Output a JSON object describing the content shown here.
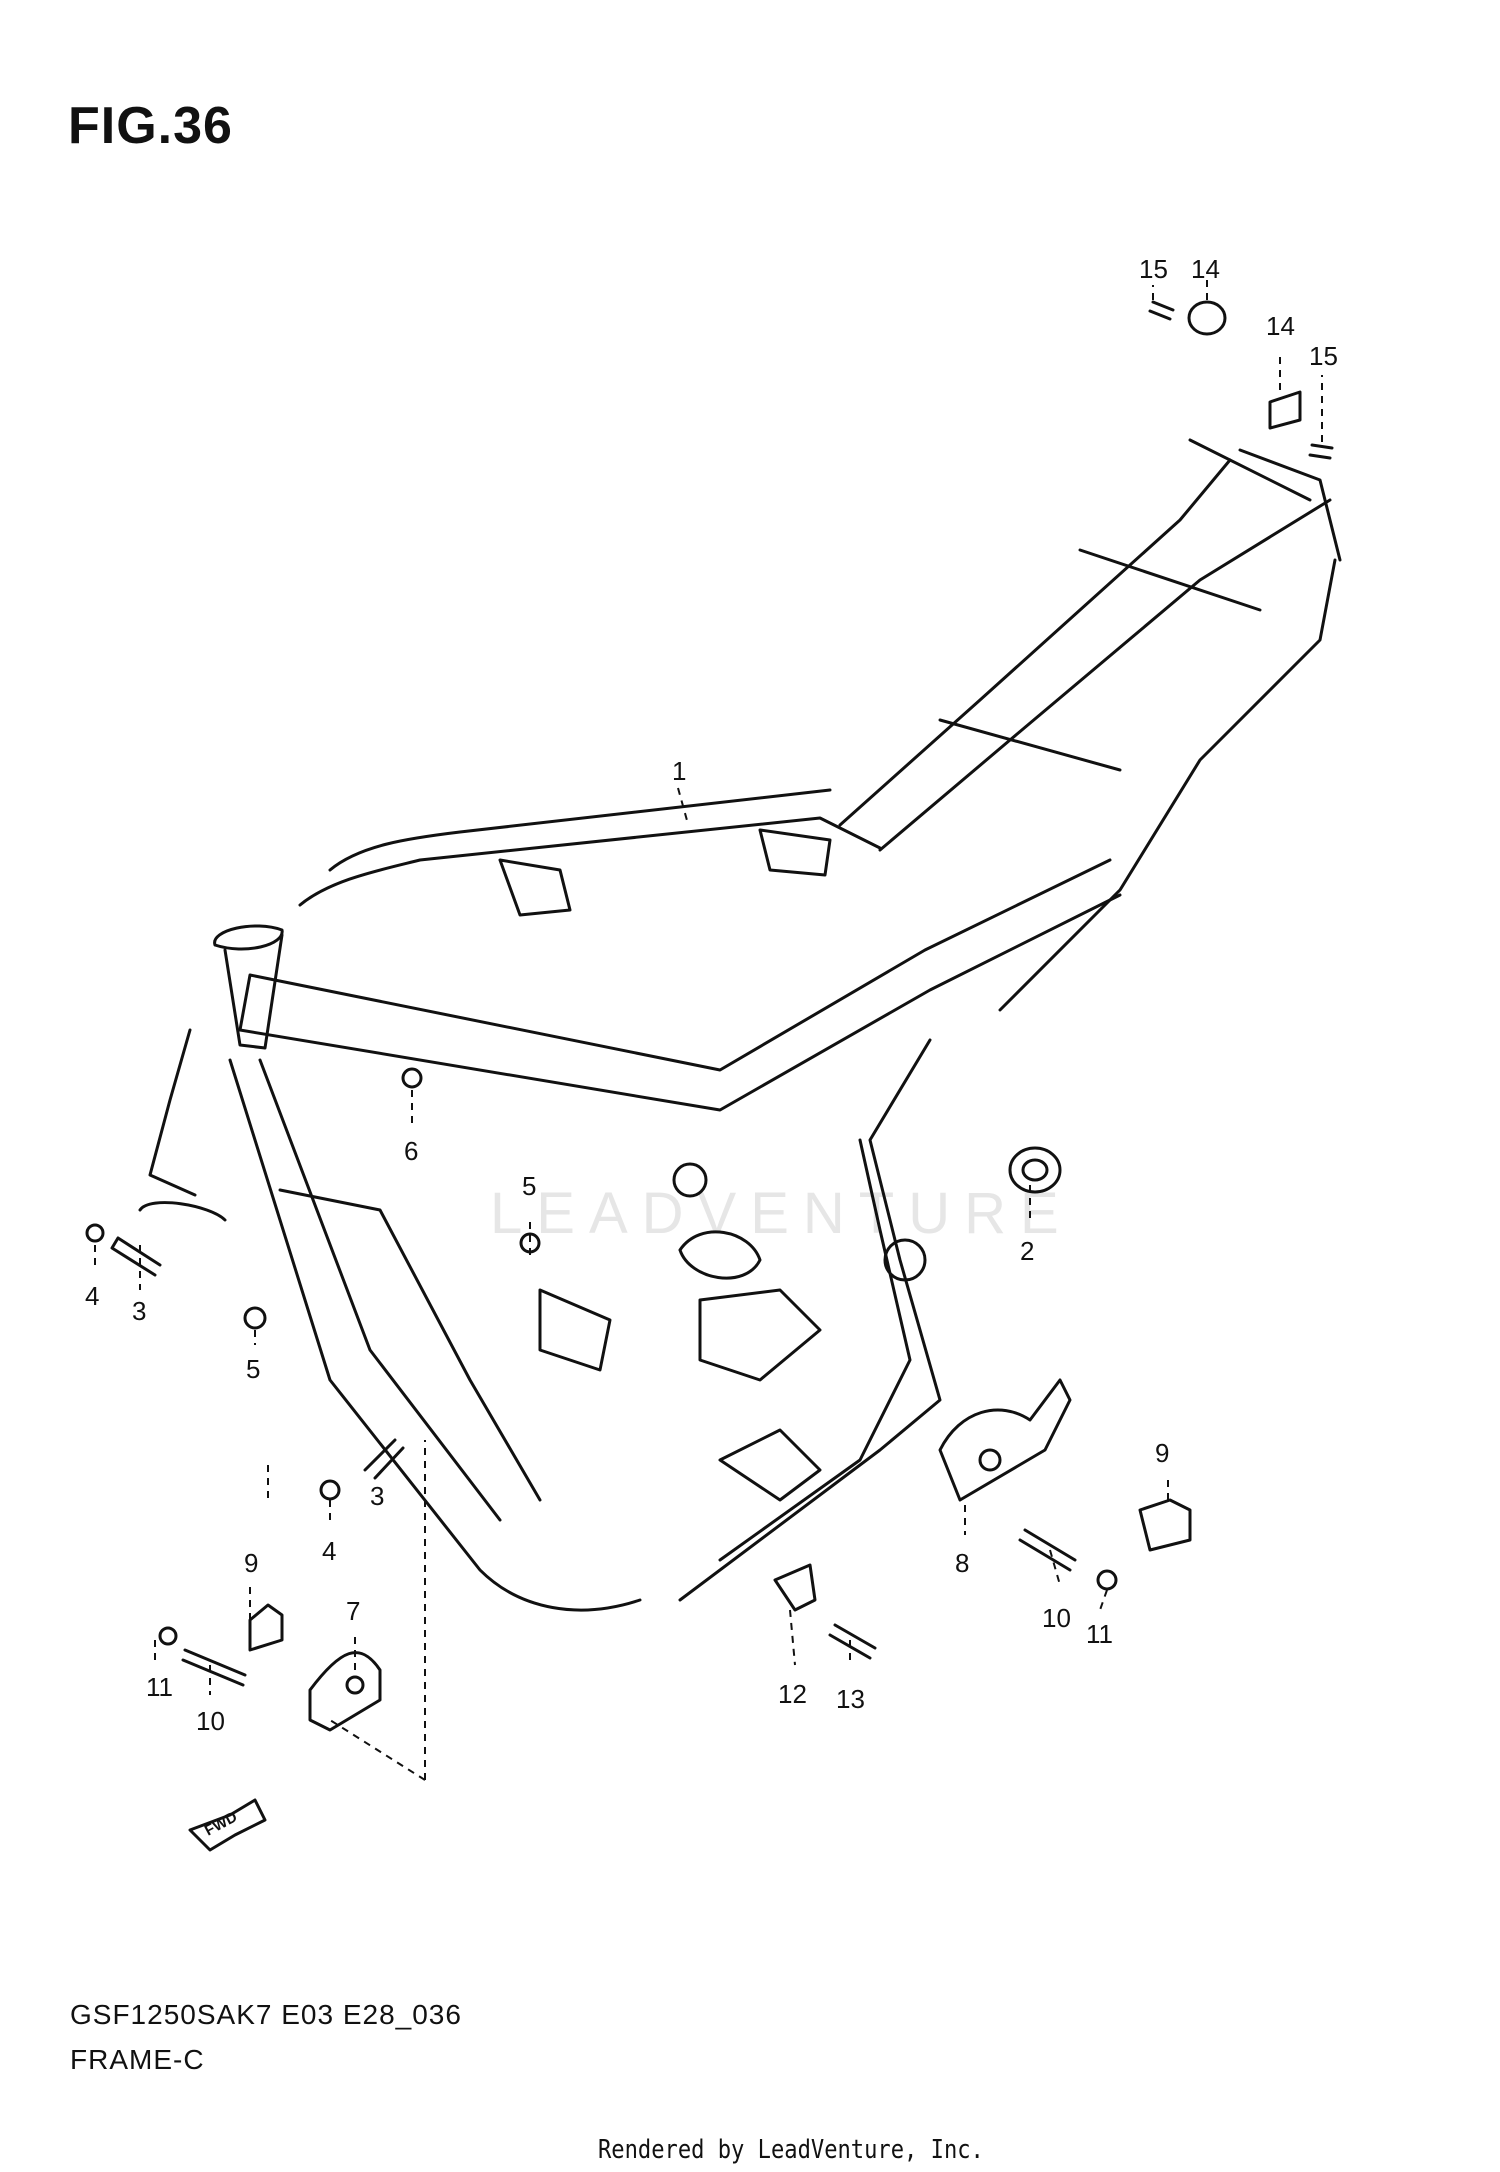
{
  "figure": {
    "title": "FIG.36"
  },
  "watermark": {
    "text": "LEADVENTURE"
  },
  "callouts": [
    "1",
    "2",
    "3",
    "3",
    "4",
    "4",
    "5",
    "5",
    "6",
    "7",
    "8",
    "9",
    "9",
    "10",
    "10",
    "11",
    "11",
    "12",
    "13",
    "14",
    "14",
    "15",
    "15"
  ],
  "fwd_label": "FWD",
  "footer": {
    "model_code": "GSF1250SAK7 E03 E28_036",
    "section_name": "FRAME-C",
    "credit": "Rendered by LeadVenture, Inc."
  }
}
